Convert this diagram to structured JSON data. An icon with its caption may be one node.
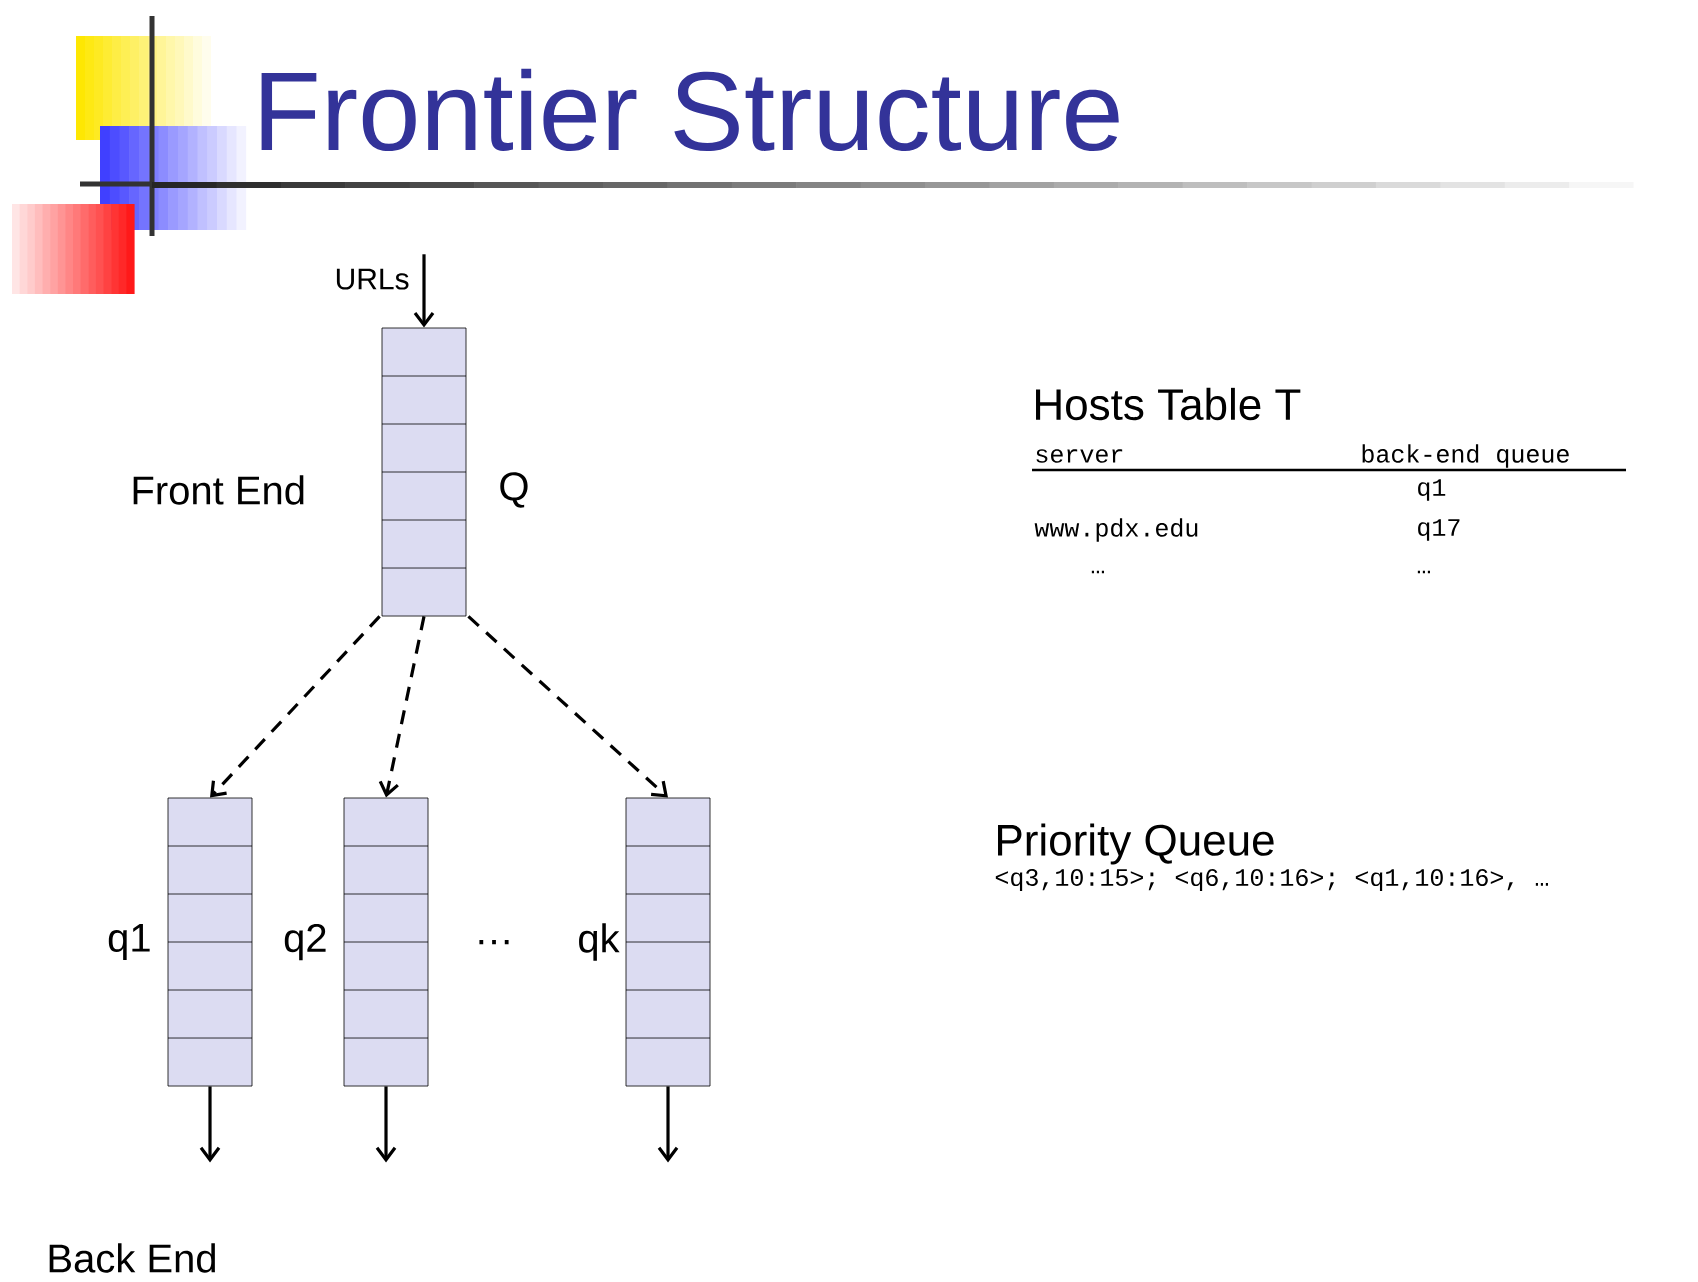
{
  "diagram": {
    "title": "Frontier Structure",
    "nodes": [
      {
        "text": [
          "URLs"
        ]
      },
      {
        "text": [],
        "shape": "box",
        "beside": [
          "Q"
        ]
      },
      {
        "text": [],
        "shape": "box",
        "beside": [
          "q1"
        ]
      },
      {
        "text": [],
        "shape": "box",
        "beside": [
          "q2"
        ]
      },
      {
        "text": [],
        "shape": "box",
        "beside": [
          "qk"
        ]
      }
    ],
    "edges": [
      {
        "from": 0,
        "to": 1,
        "arrow": "to"
      },
      {
        "from": 1,
        "to": 2,
        "arrow": "to",
        "style": "dashed"
      },
      {
        "from": 1,
        "to": 3,
        "arrow": "to",
        "style": "dashed"
      },
      {
        "from": 1,
        "to": 4,
        "arrow": "to",
        "style": "dashed"
      },
      {
        "from": 2,
        "to": null,
        "arrow": "to"
      },
      {
        "from": 3,
        "to": null,
        "arrow": "to"
      },
      {
        "from": 4,
        "to": null,
        "arrow": "to"
      }
    ],
    "labels": [
      "Front End",
      "…",
      "Back End",
      "Hosts Table T",
      "server",
      "back-end queue",
      "q1",
      "www.pdx.edu",
      "q17",
      "…",
      "…",
      "Priority Queue",
      "<q3,10:15>; <q6,10:16>; <q1,10:16>, …"
    ]
  }
}
